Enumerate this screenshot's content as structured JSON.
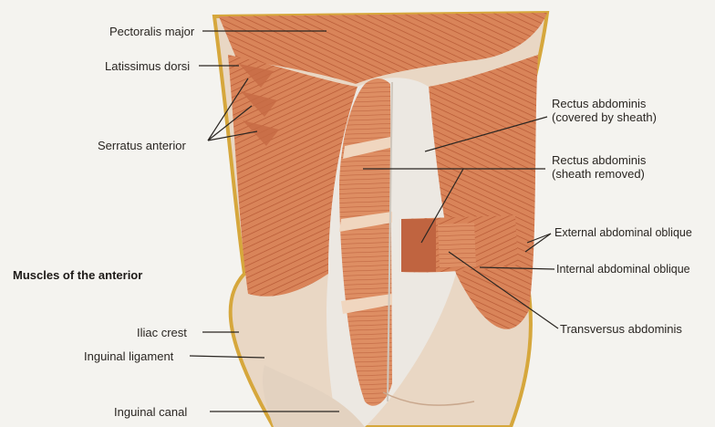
{
  "caption": "Muscles of the anterior",
  "labels": {
    "pectoralis_major": "Pectoralis major",
    "latissimus_dorsi": "Latissimus dorsi",
    "serratus_anterior": "Serratus anterior",
    "iliac_crest": "Iliac crest",
    "inguinal_ligament": "Inguinal ligament",
    "inguinal_canal": "Inguinal canal",
    "rectus_covered_1": "Rectus abdominis",
    "rectus_covered_2": "(covered by sheath)",
    "rectus_removed_1": "Rectus abdominis",
    "rectus_removed_2": "(sheath removed)",
    "external_oblique": "External abdominal oblique",
    "internal_oblique": "Internal abdominal oblique",
    "transversus": "Transversus abdominis"
  },
  "colors": {
    "muscle": "#d9825a",
    "muscle_dark": "#b85a37",
    "sheath": "#ece8e2",
    "fat_line": "#d6a73c",
    "leader": "#2a2622"
  }
}
